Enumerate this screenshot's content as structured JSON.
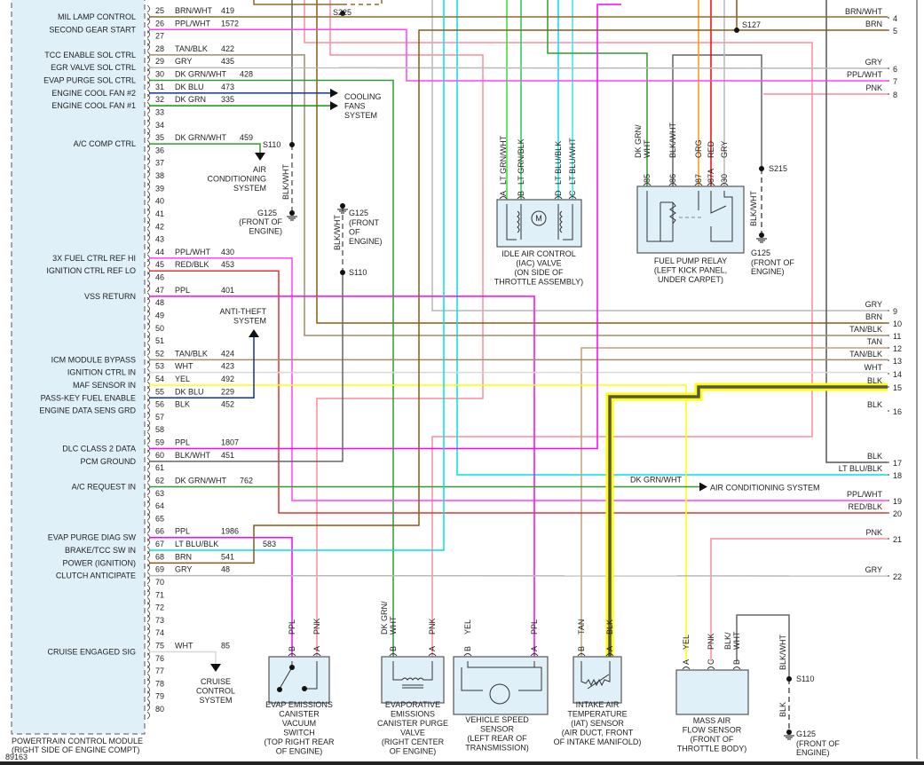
{
  "wire_colors": {
    "BRN/WHT": "#8b6b2e",
    "PPL/WHT": "#ff40ff",
    "TAN/BLK": "#a08c6c",
    "GRY": "#b8b8b8",
    "DK GRN/WHT": "#2f9a2f",
    "DK BLU": "#12309c",
    "DK GRN": "#0f960f",
    "PPL": "#ff00ff",
    "RED/BLK": "#e03434",
    "WHT": "#d8d8d8",
    "YEL": "#ffff00",
    "BLK": "#555555",
    "BLK/WHT": "#666666",
    "LT BLU/BLK": "#00e0e0",
    "BRN": "#8b5a10",
    "TAN": "#c4a070",
    "PNK": "#ff8c9c",
    "LT GRN/WHT": "#33dd33",
    "LT GRN/BLK": "#22cc55",
    "LT BLU/WHT": "#33e8e8",
    "ORG": "#ff9900",
    "RED": "#ff0000",
    "highlight": "#ffff00"
  },
  "pcm": {
    "title": [
      "POWERTRAIN CONTROL MODULE",
      "(RIGHT SIDE OF ENGINE COMPT)"
    ],
    "pins": [
      {
        "pin": "25",
        "color": "BRN/WHT",
        "circuit": "419",
        "function": "MIL LAMP CONTROL"
      },
      {
        "pin": "26",
        "color": "PPL/WHT",
        "circuit": "1572",
        "function": "SECOND GEAR START"
      },
      {
        "pin": "27",
        "color": "",
        "circuit": "",
        "function": ""
      },
      {
        "pin": "28",
        "color": "TAN/BLK",
        "circuit": "422",
        "function": "TCC ENABLE SOL CTRL"
      },
      {
        "pin": "29",
        "color": "GRY",
        "circuit": "435",
        "function": "EGR VALVE SOL CTRL"
      },
      {
        "pin": "30",
        "color": "DK GRN/WHT",
        "circuit": "428",
        "function": "EVAP PURGE SOL CTRL"
      },
      {
        "pin": "31",
        "color": "DK BLU",
        "circuit": "473",
        "function": "ENGINE COOL FAN #2"
      },
      {
        "pin": "32",
        "color": "DK GRN",
        "circuit": "335",
        "function": "ENGINE COOL FAN #1"
      },
      {
        "pin": "33",
        "color": "",
        "circuit": "",
        "function": ""
      },
      {
        "pin": "34",
        "color": "",
        "circuit": "",
        "function": ""
      },
      {
        "pin": "35",
        "color": "DK GRN/WHT",
        "circuit": "459",
        "function": "A/C COMP CTRL"
      },
      {
        "pin": "36",
        "color": "",
        "circuit": "",
        "function": ""
      },
      {
        "pin": "37",
        "color": "",
        "circuit": "",
        "function": ""
      },
      {
        "pin": "38",
        "color": "",
        "circuit": "",
        "function": ""
      },
      {
        "pin": "39",
        "color": "",
        "circuit": "",
        "function": ""
      },
      {
        "pin": "40",
        "color": "",
        "circuit": "",
        "function": ""
      },
      {
        "pin": "41",
        "color": "",
        "circuit": "",
        "function": ""
      },
      {
        "pin": "42",
        "color": "",
        "circuit": "",
        "function": ""
      },
      {
        "pin": "43",
        "color": "",
        "circuit": "",
        "function": ""
      },
      {
        "pin": "44",
        "color": "PPL/WHT",
        "circuit": "430",
        "function": "3X FUEL CTRL REF HI"
      },
      {
        "pin": "45",
        "color": "RED/BLK",
        "circuit": "453",
        "function": "IGNITION CTRL REF LO"
      },
      {
        "pin": "46",
        "color": "",
        "circuit": "",
        "function": ""
      },
      {
        "pin": "47",
        "color": "PPL",
        "circuit": "401",
        "function": "VSS RETURN"
      },
      {
        "pin": "48",
        "color": "",
        "circuit": "",
        "function": ""
      },
      {
        "pin": "49",
        "color": "",
        "circuit": "",
        "function": ""
      },
      {
        "pin": "50",
        "color": "",
        "circuit": "",
        "function": ""
      },
      {
        "pin": "51",
        "color": "",
        "circuit": "",
        "function": ""
      },
      {
        "pin": "52",
        "color": "TAN/BLK",
        "circuit": "424",
        "function": "ICM MODULE BYPASS"
      },
      {
        "pin": "53",
        "color": "WHT",
        "circuit": "423",
        "function": "IGNITION CTRL IN"
      },
      {
        "pin": "54",
        "color": "YEL",
        "circuit": "492",
        "function": "MAF SENSOR IN"
      },
      {
        "pin": "55",
        "color": "DK BLU",
        "circuit": "229",
        "function": "PASS-KEY FUEL ENABLE"
      },
      {
        "pin": "56",
        "color": "BLK",
        "circuit": "452",
        "function": "ENGINE DATA SENS GRD"
      },
      {
        "pin": "57",
        "color": "",
        "circuit": "",
        "function": ""
      },
      {
        "pin": "58",
        "color": "",
        "circuit": "",
        "function": ""
      },
      {
        "pin": "59",
        "color": "PPL",
        "circuit": "1807",
        "function": "DLC CLASS 2 DATA"
      },
      {
        "pin": "60",
        "color": "BLK/WHT",
        "circuit": "451",
        "function": "PCM GROUND"
      },
      {
        "pin": "61",
        "color": "",
        "circuit": "",
        "function": ""
      },
      {
        "pin": "62",
        "color": "DK GRN/WHT",
        "circuit": "762",
        "function": "A/C REQUEST IN"
      },
      {
        "pin": "63",
        "color": "",
        "circuit": "",
        "function": ""
      },
      {
        "pin": "64",
        "color": "",
        "circuit": "",
        "function": ""
      },
      {
        "pin": "65",
        "color": "",
        "circuit": "",
        "function": ""
      },
      {
        "pin": "66",
        "color": "PPL",
        "circuit": "1986",
        "function": "EVAP PURGE DIAG SW"
      },
      {
        "pin": "67",
        "color": "LT BLU/BLK",
        "circuit": "583",
        "function": "BRAKE/TCC SW IN"
      },
      {
        "pin": "68",
        "color": "BRN",
        "circuit": "541",
        "function": "POWER (IGNITION)"
      },
      {
        "pin": "69",
        "color": "GRY",
        "circuit": "48",
        "function": "CLUTCH ANTICIPATE"
      },
      {
        "pin": "70",
        "color": "",
        "circuit": "",
        "function": ""
      },
      {
        "pin": "71",
        "color": "",
        "circuit": "",
        "function": ""
      },
      {
        "pin": "72",
        "color": "",
        "circuit": "",
        "function": ""
      },
      {
        "pin": "73",
        "color": "",
        "circuit": "",
        "function": ""
      },
      {
        "pin": "74",
        "color": "",
        "circuit": "",
        "function": ""
      },
      {
        "pin": "75",
        "color": "WHT",
        "circuit": "85",
        "function": "CRUISE ENGAGED SIG"
      },
      {
        "pin": "76",
        "color": "",
        "circuit": "",
        "function": ""
      },
      {
        "pin": "77",
        "color": "",
        "circuit": "",
        "function": ""
      },
      {
        "pin": "78",
        "color": "",
        "circuit": "",
        "function": ""
      },
      {
        "pin": "79",
        "color": "",
        "circuit": "",
        "function": ""
      },
      {
        "pin": "80",
        "color": "",
        "circuit": "",
        "function": ""
      }
    ]
  },
  "right_terminals": [
    {
      "num": "4",
      "color": "BRN/WHT"
    },
    {
      "num": "5",
      "color": "BRN"
    },
    {
      "num": "6",
      "color": "GRY"
    },
    {
      "num": "7",
      "color": "PPL/WHT"
    },
    {
      "num": "8",
      "color": "PNK"
    },
    {
      "num": "9",
      "color": "GRY"
    },
    {
      "num": "10",
      "color": "BRN"
    },
    {
      "num": "11",
      "color": "TAN/BLK"
    },
    {
      "num": "12",
      "color": "TAN"
    },
    {
      "num": "13",
      "color": "TAN/BLK"
    },
    {
      "num": "14",
      "color": "WHT"
    },
    {
      "num": "15",
      "color": "BLK"
    },
    {
      "num": "16",
      "color": "BLK"
    },
    {
      "num": "17",
      "color": "BLK"
    },
    {
      "num": "18",
      "color": "LT BLU/BLK"
    },
    {
      "num": "19",
      "color": "PPL/WHT"
    },
    {
      "num": "20",
      "color": "RED/BLK"
    },
    {
      "num": "21",
      "color": "PNK"
    },
    {
      "num": "22",
      "color": "GRY"
    }
  ],
  "systems": {
    "cooling": [
      "COOLING",
      "FANS",
      "SYSTEM"
    ],
    "ac": [
      "AIR",
      "CONDITIONING",
      "SYSTEM"
    ],
    "anti_theft": [
      "ANTI-THEFT",
      "SYSTEM"
    ],
    "cruise": [
      "CRUISE",
      "CONTROL",
      "SYSTEM"
    ],
    "ac_right": "AIR CONDITIONING SYSTEM",
    "ac_right_wire": "DK GRN/WHT"
  },
  "splices": {
    "s225": "S225",
    "s127": "S127",
    "s215": "S215",
    "s110": "S110",
    "g125": "G125",
    "g125_loc": [
      "(FRONT OF",
      "ENGINE)"
    ],
    "g125_loc3": [
      "(FRONT",
      "OF",
      "ENGINE)"
    ],
    "blk_wht": "BLK/WHT",
    "blk": "BLK"
  },
  "components": {
    "iac": {
      "title": [
        "IDLE AIR CONTROL",
        "(IAC) VALVE",
        "(ON SIDE OF",
        "THROTTLE ASSEMBLY)"
      ],
      "pins": [
        {
          "pin": "A",
          "wire": "LT GRN/WHT"
        },
        {
          "pin": "B",
          "wire": "LT GRN/BLK"
        },
        {
          "pin": "D",
          "wire": "LT BLU/BLK"
        },
        {
          "pin": "C",
          "wire": "LT BLU/WHT"
        }
      ],
      "motor": "M"
    },
    "relay": {
      "title": [
        "FUEL PUMP RELAY",
        "(LEFT KICK PANEL,",
        "UNDER CARPET)"
      ],
      "pins": [
        {
          "pin": "85",
          "wire": [
            "DK GRN/",
            "WHT"
          ]
        },
        {
          "pin": "86",
          "wire": [
            "BLK/WHT"
          ]
        },
        {
          "pin": "87",
          "wire": [
            "ORG"
          ]
        },
        {
          "pin": "87A",
          "wire": [
            "RED"
          ]
        },
        {
          "pin": "30",
          "wire": [
            "GRY"
          ]
        }
      ]
    },
    "evap_switch": {
      "title": [
        "EVAP EMISSIONS",
        "CANISTER",
        "VACUUM",
        "SWITCH",
        "(TOP RIGHT REAR",
        "OF ENGINE)"
      ],
      "pins": [
        {
          "pin": "B",
          "wire": [
            "PPL"
          ]
        },
        {
          "pin": "A",
          "wire": [
            "PNK"
          ]
        }
      ]
    },
    "purge_valve": {
      "title": [
        "EVAPORATIVE",
        "EMISSIONS",
        "CANISTER PURGE",
        "VALVE",
        "(RIGHT CENTER",
        "OF ENGINE)"
      ],
      "pins": [
        {
          "pin": "B",
          "wire": [
            "DK GRN/",
            "WHT"
          ]
        },
        {
          "pin": "A",
          "wire": [
            "PNK"
          ]
        }
      ]
    },
    "vss": {
      "title": [
        "VEHICLE SPEED",
        "SENSOR",
        "(LEFT REAR OF",
        "TRANSMISSION)"
      ],
      "pins": [
        {
          "pin": "B",
          "wire": [
            "YEL"
          ]
        },
        {
          "pin": "A",
          "wire": [
            "PPL"
          ]
        }
      ]
    },
    "iat": {
      "title": [
        "INTAKE AIR",
        "TEMPERATURE",
        "(IAT) SENSOR",
        "(AIR DUCT, FRONT",
        "OF INTAKE MANIFOLD)"
      ],
      "pins": [
        {
          "pin": "B",
          "wire": [
            "TAN"
          ]
        },
        {
          "pin": "A",
          "wire": [
            "BLK"
          ]
        }
      ]
    },
    "maf": {
      "title": [
        "MASS AIR",
        "FLOW SENSOR",
        "(FRONT OF",
        "THROTTLE BODY)"
      ],
      "pins": [
        {
          "pin": "A",
          "wire": [
            "YEL"
          ]
        },
        {
          "pin": "C",
          "wire": [
            "PNK"
          ]
        },
        {
          "pin": "B",
          "wire": [
            "BLK/",
            "WHT"
          ]
        }
      ]
    }
  },
  "figure_id": "89163"
}
